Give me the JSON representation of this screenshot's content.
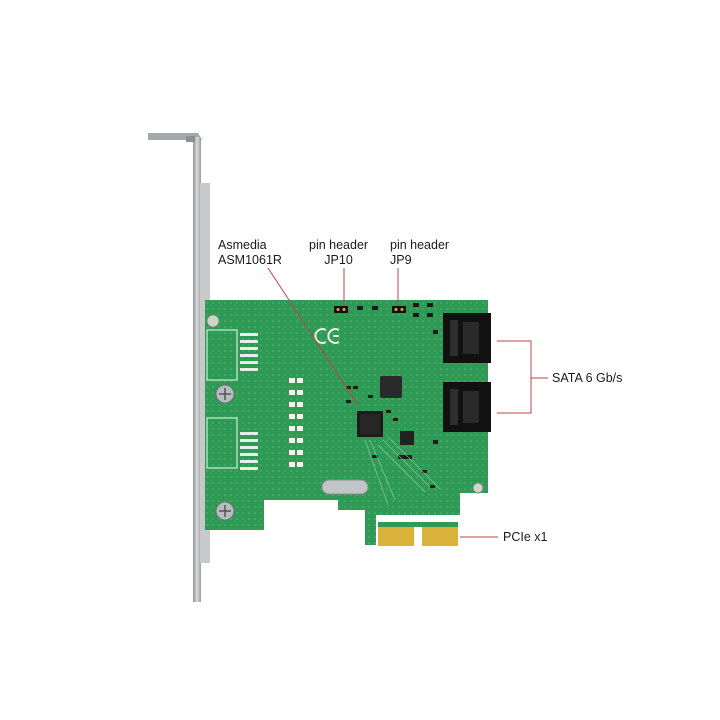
{
  "labels": {
    "asmedia": {
      "line1": "Asmedia",
      "line2": "ASM1061R"
    },
    "jp10": {
      "line1": "pin header",
      "line2": "JP10"
    },
    "jp9": {
      "line1": "pin header",
      "line2": "JP9"
    },
    "sata": "SATA 6 Gb/s",
    "pcie": "PCIe x1"
  },
  "colors": {
    "pcb": "#2f9a55",
    "bracket": "#b9bcbe",
    "leader": "#c0424a",
    "gold": "#d9b23a"
  }
}
